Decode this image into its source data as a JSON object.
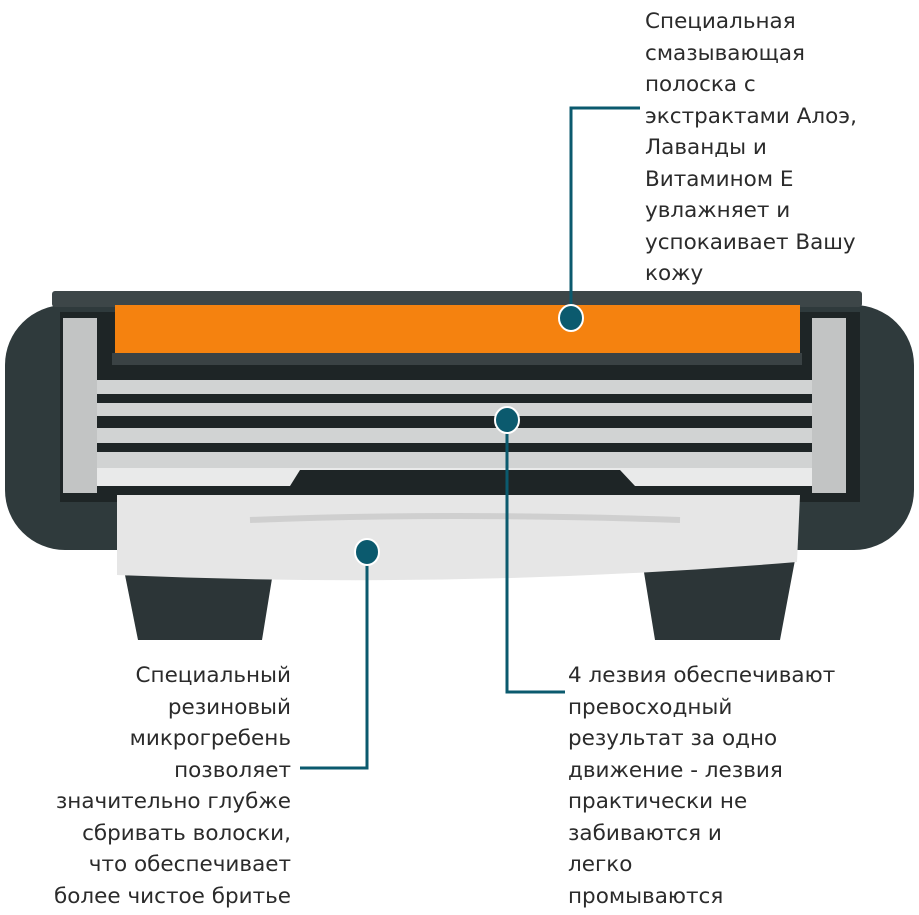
{
  "colors": {
    "accent": "#0b5a6e",
    "strip": "#f5820f",
    "body": "#2f3a3c",
    "blade": "#c9cbcb",
    "comb": "#e6e6e6"
  },
  "callouts": {
    "strip": {
      "lines": [
        "Специальная",
        "смазывающая",
        "полоска с",
        "экстрактами Алоэ,",
        "Лаванды и",
        "Витамином Е",
        "увлажняет и",
        "успокаивает Вашу",
        "кожу"
      ]
    },
    "comb": {
      "lines": [
        "Специальный",
        "резиновый",
        "микрогребень",
        "позволяет",
        "значительно глубже",
        "сбривать волоски,",
        "что обеспечивает",
        "более чистое бритье"
      ]
    },
    "blades": {
      "lines": [
        "4 лезвия обеспечивают",
        "превосходный",
        "результат за одно",
        "движение - лезвия",
        "практически не",
        "забиваются и",
        "легко",
        "промываются"
      ]
    }
  }
}
